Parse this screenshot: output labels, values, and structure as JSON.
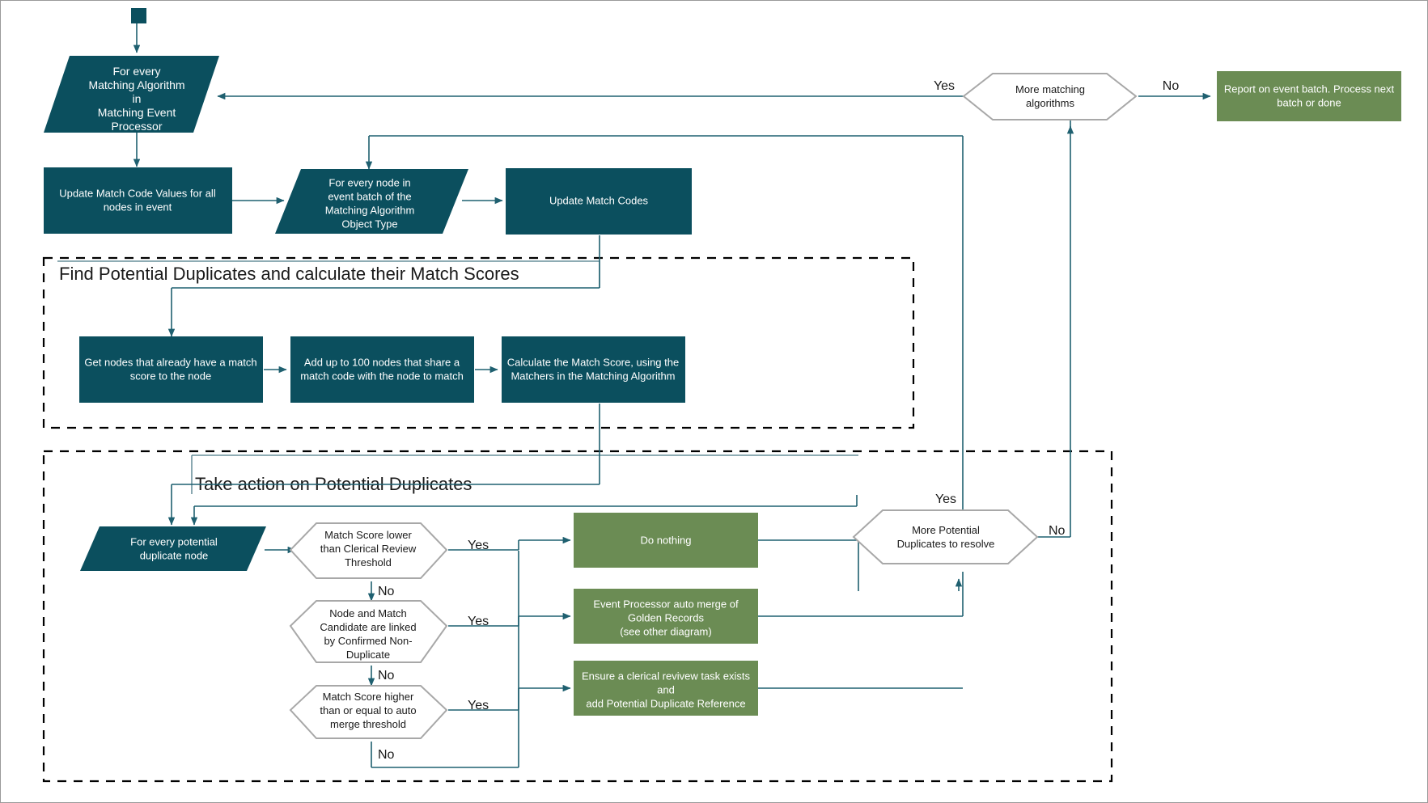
{
  "diagram": {
    "title": "Matching Event Processor flow",
    "colors": {
      "process_fill": "#0b4f5e",
      "terminal_fill": "#6b8c54",
      "decision_stroke": "#a8a8a8",
      "line": "#1f6070",
      "group_border": "#000000",
      "page_border": "#9a9a9a",
      "background": "#ffffff"
    },
    "start_node": {
      "label": ""
    },
    "nodes": {
      "loop_matching_algorithm": {
        "shape": "parallelogram",
        "lines": [
          "For every",
          "Matching Algorithm",
          "in",
          "Matching Event",
          "Processor"
        ]
      },
      "update_match_code_values": {
        "shape": "rectangle",
        "lines": [
          "Update Match Code Values for all",
          "nodes in event"
        ]
      },
      "loop_node_in_event_batch": {
        "shape": "parallelogram",
        "lines": [
          "For every node in",
          "event batch of the",
          "Matching Algorithm",
          "Object Type"
        ]
      },
      "update_match_codes": {
        "shape": "rectangle",
        "lines": [
          "Update Match Codes"
        ]
      },
      "get_nodes_with_match_score": {
        "shape": "rectangle",
        "lines": [
          "Get nodes that already have a match",
          "score to the node"
        ]
      },
      "add_nodes_sharing_match_code": {
        "shape": "rectangle",
        "lines": [
          "Add up to 100 nodes that share a",
          "match code with the node to match"
        ]
      },
      "calculate_match_score": {
        "shape": "rectangle",
        "lines": [
          "Calculate the Match Score, using the",
          "Matchers in the Matching Algorithm"
        ]
      },
      "loop_potential_duplicate_node": {
        "shape": "parallelogram",
        "lines": [
          "For every potential",
          "duplicate node"
        ]
      },
      "decision_more_matching_algorithms": {
        "shape": "hexagon",
        "lines": [
          "More matching",
          "algorithms"
        ]
      },
      "decision_clerical_review_threshold": {
        "shape": "hexagon",
        "lines": [
          "Match Score lower",
          "than Clerical Review",
          "Threshold"
        ]
      },
      "decision_confirmed_non_duplicate": {
        "shape": "hexagon",
        "lines": [
          "Node and Match",
          "Candidate are linked",
          "by Confirmed Non-",
          "Duplicate"
        ]
      },
      "decision_auto_merge_threshold": {
        "shape": "hexagon",
        "lines": [
          "Match Score higher",
          "than or equal to auto",
          "merge threshold"
        ]
      },
      "decision_more_potential_duplicates": {
        "shape": "hexagon",
        "lines": [
          "More Potential",
          "Duplicates to resolve"
        ]
      },
      "report_on_event_batch": {
        "shape": "rectangle",
        "lines": [
          "Report on event batch. Process next",
          "batch or done"
        ]
      },
      "do_nothing": {
        "shape": "rectangle",
        "lines": [
          "Do nothing"
        ]
      },
      "auto_merge_golden_records": {
        "shape": "rectangle",
        "lines": [
          "Event Processor auto merge of",
          "Golden Records",
          "(see other diagram)"
        ]
      },
      "clerical_review_task": {
        "shape": "rectangle",
        "lines": [
          "Ensure a clerical revivew task exists",
          "and",
          "add Potential Duplicate Reference"
        ]
      }
    },
    "groups": [
      {
        "id": "find-potential-duplicates",
        "title": "Find Potential Duplicates and calculate their Match Scores"
      },
      {
        "id": "take-action",
        "title": "Take action on Potential Duplicates"
      }
    ],
    "edge_labels": {
      "more_algorithms_yes": "Yes",
      "more_algorithms_no": "No",
      "clerical_threshold_yes": "Yes",
      "clerical_threshold_no": "No",
      "non_duplicate_yes": "Yes",
      "non_duplicate_no": "No",
      "auto_merge_yes": "Yes",
      "auto_merge_no": "No",
      "more_duplicates_yes": "Yes",
      "more_duplicates_no": "No"
    }
  }
}
